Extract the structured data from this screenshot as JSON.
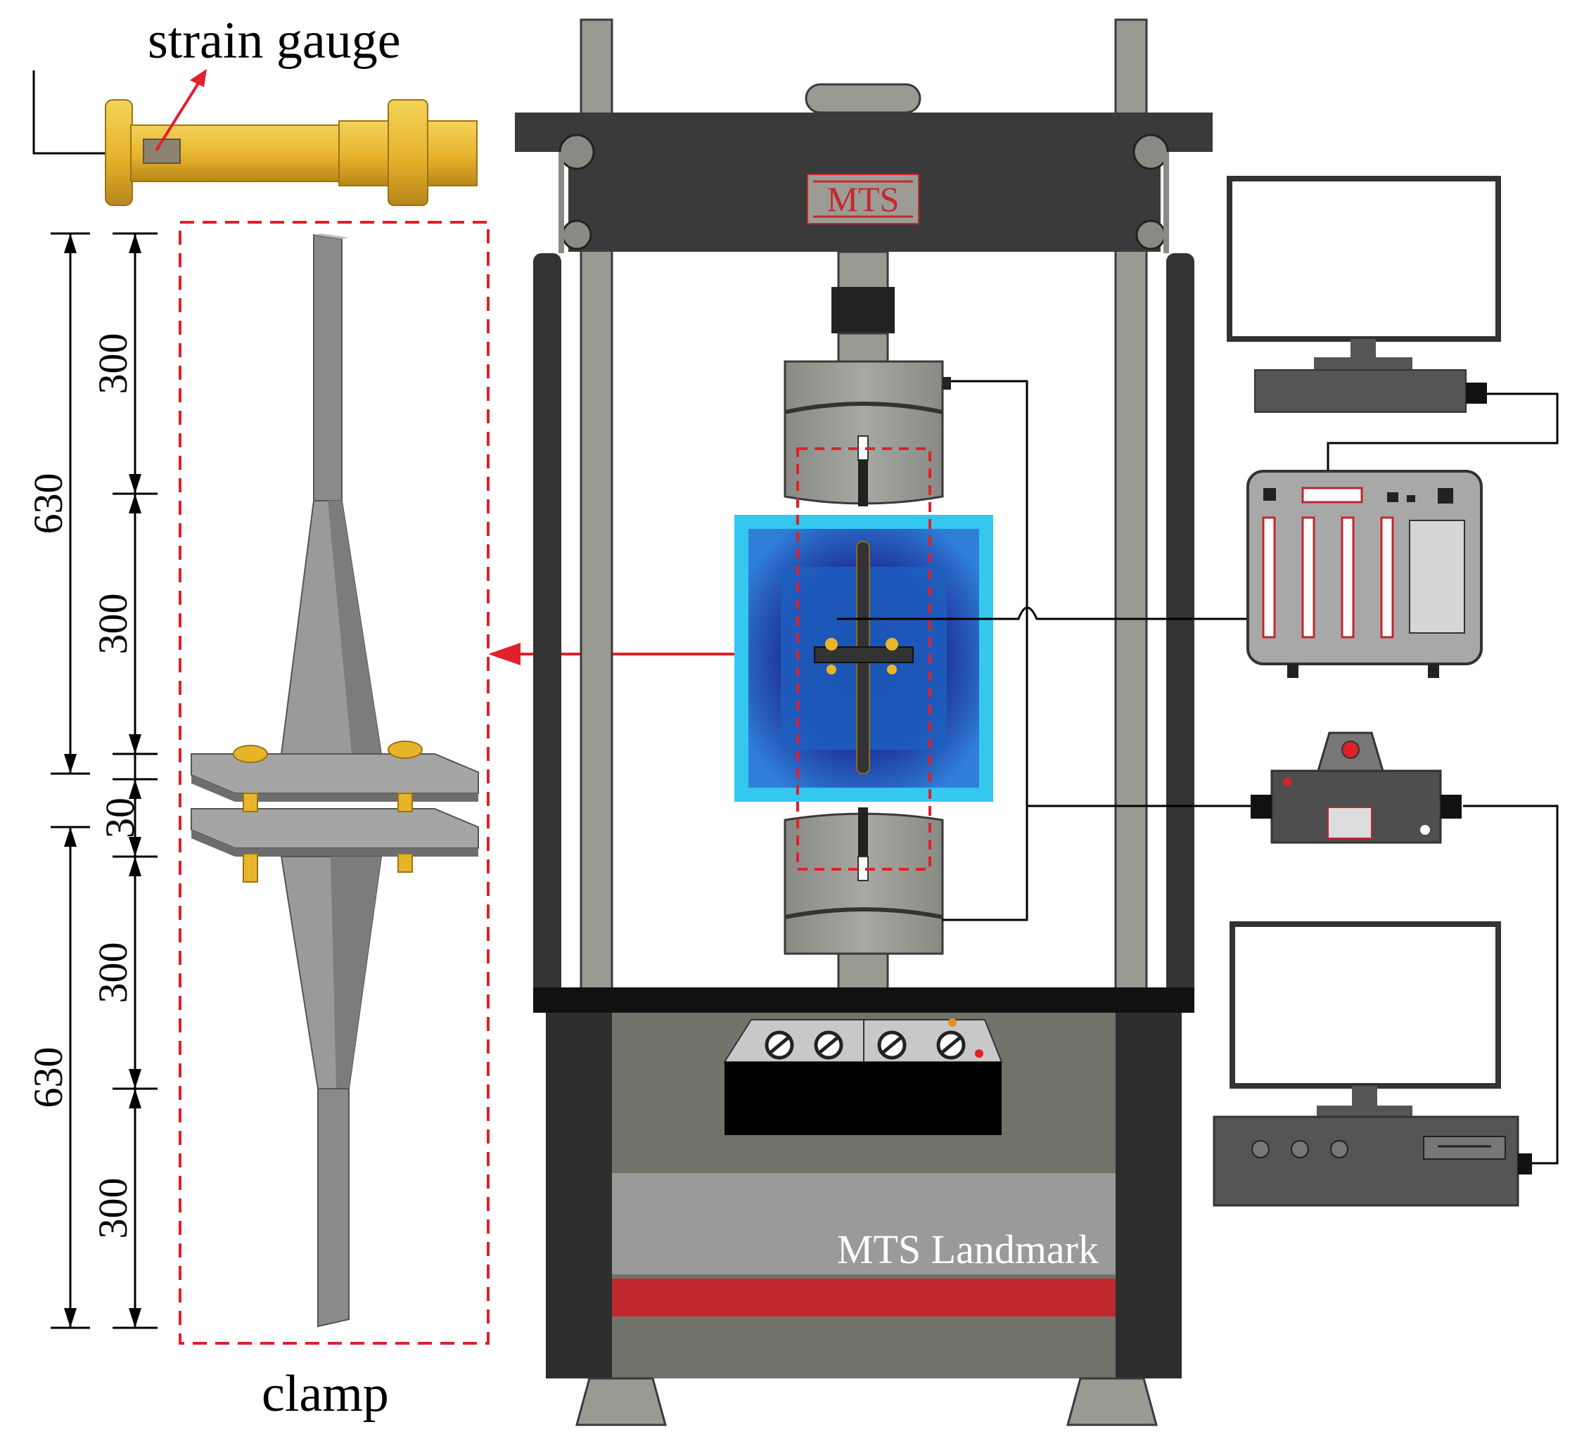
{
  "labels": {
    "strain_gauge": "strain gauge",
    "clamp": "clamp",
    "brand_top": "MTS",
    "brand_base": "MTS Landmark"
  },
  "dimensions": {
    "upper_total": "630",
    "upper_segment_1": "300",
    "upper_segment_2": "300",
    "gap": "30",
    "lower_total": "630",
    "lower_segment_1": "300",
    "lower_segment_2": "300"
  },
  "colors": {
    "annotation_red": "#e0202a",
    "bolt_gold": "#e8b52a",
    "frame_dark": "#3a3a3a",
    "frame_column": "#9a9a92",
    "grip_gray": "#9c9c96",
    "chamber_cyan": "#35c8ef",
    "chamber_blue": "#1c2f8c",
    "stripe_red": "#c0272d",
    "panel_gray": "#8e8e8e"
  },
  "icons": {
    "bolt": "bolt-icon",
    "monitor": "monitor-icon",
    "controller": "data-acquisition-icon",
    "amplifier": "amplifier-icon",
    "computer": "computer-icon"
  }
}
